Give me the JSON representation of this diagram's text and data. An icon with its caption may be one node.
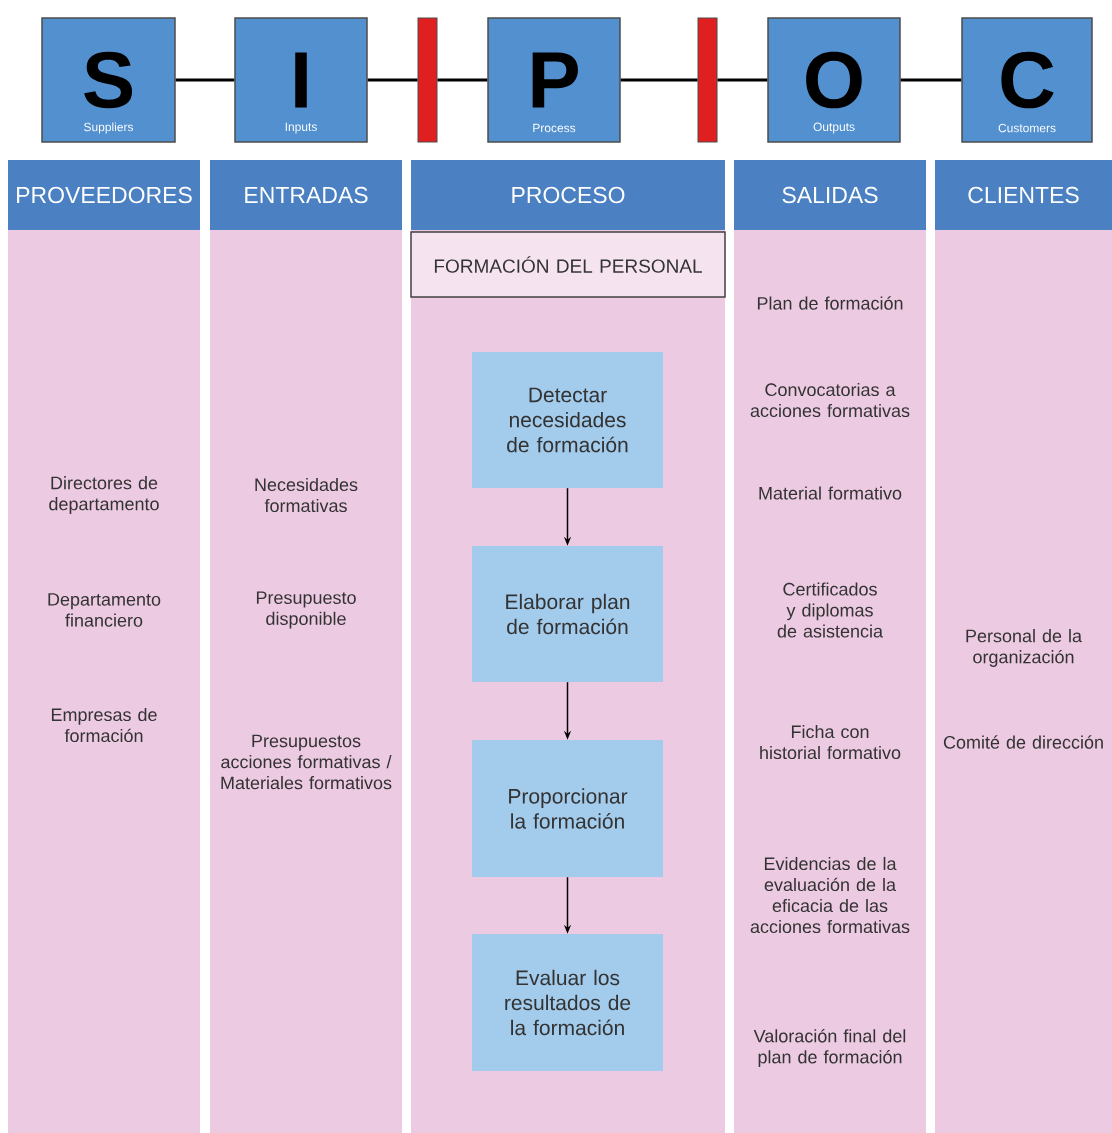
{
  "diagram": {
    "nodes": [
      {
        "text": [
          "S",
          "Suppliers"
        ]
      },
      {
        "text": [
          "I",
          "Inputs"
        ]
      },
      {
        "text": [],
        "shape": "bar"
      },
      {
        "text": [
          "P",
          "Process"
        ]
      },
      {
        "text": [],
        "shape": "bar"
      },
      {
        "text": [
          "O",
          "Outputs"
        ]
      },
      {
        "text": [
          "C",
          "Customers"
        ]
      },
      {
        "text": [
          "PROVEEDORES",
          "Directores de departamento",
          "Departamento financiero",
          "Empresas de formación"
        ]
      },
      {
        "text": [
          "ENTRADAS",
          "Necesidades formativas",
          "Presupuesto disponible",
          "Presupuestos acciones formativas / Materiales formativos"
        ]
      },
      {
        "text": [
          "PROCESO"
        ]
      },
      {
        "text": [
          "FORMACIÓN DEL PERSONAL"
        ],
        "in": 9
      },
      {
        "text": [
          "Detectar necesidades de formación"
        ],
        "in": 9
      },
      {
        "text": [
          "Elaborar plan de formación"
        ],
        "in": 9
      },
      {
        "text": [
          "Proporcionar la formación"
        ],
        "in": 9
      },
      {
        "text": [
          "Evaluar los resultados de la formación"
        ],
        "in": 9
      },
      {
        "text": [
          "SALIDAS",
          "Plan de formación",
          "Convocatorias a acciones formativas",
          "Material formativo",
          "Certificados y diplomas de asistencia",
          "Ficha con historial formativo",
          "Evidencias de la evaluación de la eficacia de las acciones formativas",
          "Valoración final del plan de formación"
        ]
      },
      {
        "text": [
          "CLIENTES",
          "Personal de la organización",
          "Comité de dirección"
        ]
      }
    ],
    "edges": [
      {
        "from": 0,
        "to": 1,
        "arrow": "none"
      },
      {
        "from": 1,
        "to": 2,
        "arrow": "none"
      },
      {
        "from": 2,
        "to": 3,
        "arrow": "none"
      },
      {
        "from": 3,
        "to": 4,
        "arrow": "none"
      },
      {
        "from": 4,
        "to": 5,
        "arrow": "none"
      },
      {
        "from": 5,
        "to": 6,
        "arrow": "none"
      },
      {
        "from": 11,
        "to": 12,
        "arrow": "to"
      },
      {
        "from": 12,
        "to": 13,
        "arrow": "to"
      },
      {
        "from": 13,
        "to": 14,
        "arrow": "to"
      }
    ]
  }
}
